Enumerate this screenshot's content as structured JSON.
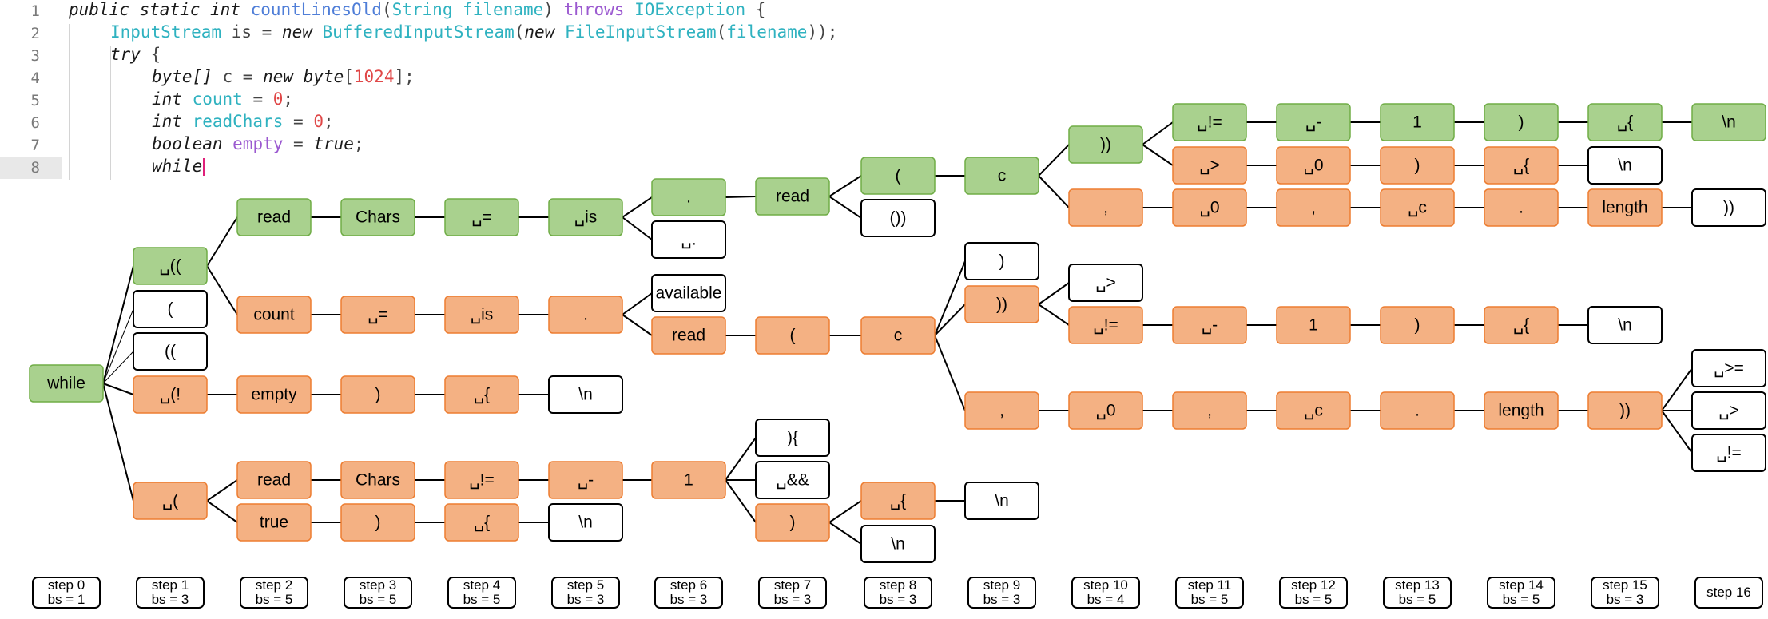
{
  "editor": {
    "lines": [
      {
        "num": "1",
        "tokens": [
          {
            "t": "public static int ",
            "c": "kw"
          },
          {
            "t": "countLinesOld",
            "c": "fn"
          },
          {
            "t": "(",
            "c": "op"
          },
          {
            "t": "String",
            "c": "ty"
          },
          {
            "t": " filename",
            "c": "vb"
          },
          {
            "t": ") ",
            "c": "op"
          },
          {
            "t": "throws",
            "c": "mkw"
          },
          {
            "t": " ",
            "c": "op"
          },
          {
            "t": "IOException",
            "c": "ty"
          },
          {
            "t": " {",
            "c": "op"
          }
        ]
      },
      {
        "num": "2",
        "tokens": [
          {
            "t": "InputStream",
            "c": "ty"
          },
          {
            "t": " is = ",
            "c": "op"
          },
          {
            "t": "new ",
            "c": "kw"
          },
          {
            "t": "BufferedInputStream",
            "c": "ty"
          },
          {
            "t": "(",
            "c": "op"
          },
          {
            "t": "new ",
            "c": "kw"
          },
          {
            "t": "FileInputStream",
            "c": "ty"
          },
          {
            "t": "(",
            "c": "op"
          },
          {
            "t": "filename",
            "c": "vb"
          },
          {
            "t": "));",
            "c": "op"
          }
        ]
      },
      {
        "num": "3",
        "tokens": [
          {
            "t": "try",
            "c": "kw"
          },
          {
            "t": " {",
            "c": "op"
          }
        ]
      },
      {
        "num": "4",
        "tokens": [
          {
            "t": "byte[]",
            "c": "kw"
          },
          {
            "t": " c = ",
            "c": "op"
          },
          {
            "t": "new ",
            "c": "kw"
          },
          {
            "t": "byte",
            "c": "kw"
          },
          {
            "t": "[",
            "c": "op"
          },
          {
            "t": "1024",
            "c": "num"
          },
          {
            "t": "];",
            "c": "op"
          }
        ]
      },
      {
        "num": "5",
        "tokens": [
          {
            "t": "int ",
            "c": "kw"
          },
          {
            "t": "count",
            "c": "vb"
          },
          {
            "t": " = ",
            "c": "op"
          },
          {
            "t": "0",
            "c": "num"
          },
          {
            "t": ";",
            "c": "op"
          }
        ]
      },
      {
        "num": "6",
        "tokens": [
          {
            "t": "int ",
            "c": "kw"
          },
          {
            "t": "readChars",
            "c": "vb"
          },
          {
            "t": " = ",
            "c": "op"
          },
          {
            "t": "0",
            "c": "num"
          },
          {
            "t": ";",
            "c": "op"
          }
        ]
      },
      {
        "num": "7",
        "tokens": [
          {
            "t": "boolean ",
            "c": "kw"
          },
          {
            "t": "empty",
            "c": "var"
          },
          {
            "t": " = ",
            "c": "op"
          },
          {
            "t": "true",
            "c": "kw"
          },
          {
            "t": ";",
            "c": "op"
          }
        ]
      },
      {
        "num": "8",
        "tokens": [
          {
            "t": "while",
            "c": "kw"
          }
        ]
      }
    ]
  },
  "tree": {
    "nodes": [
      {
        "id": "root",
        "label": "while",
        "s": "a"
      },
      {
        "id": "s1_0",
        "label": "␣((",
        "s": "a"
      },
      {
        "id": "s1_1",
        "label": "(",
        "s": "p"
      },
      {
        "id": "s1_2",
        "label": "((",
        "s": "p"
      },
      {
        "id": "s1_3",
        "label": "␣(!",
        "s": "c"
      },
      {
        "id": "s1_4",
        "label": "␣(",
        "s": "c"
      },
      {
        "id": "a2",
        "label": "read",
        "s": "a"
      },
      {
        "id": "a3",
        "label": "Chars",
        "s": "a"
      },
      {
        "id": "a4",
        "label": "␣=",
        "s": "a"
      },
      {
        "id": "a5",
        "label": "␣is",
        "s": "a"
      },
      {
        "id": "a6",
        "label": ".",
        "s": "a"
      },
      {
        "id": "a6p",
        "label": "␣.",
        "s": "p"
      },
      {
        "id": "a7",
        "label": "read",
        "s": "a"
      },
      {
        "id": "a8",
        "label": "(",
        "s": "a"
      },
      {
        "id": "a8p",
        "label": "())",
        "s": "p"
      },
      {
        "id": "a9",
        "label": "c",
        "s": "a"
      },
      {
        "id": "a10",
        "label": "))",
        "s": "a"
      },
      {
        "id": "a11",
        "label": "␣!=",
        "s": "a"
      },
      {
        "id": "a12",
        "label": "␣-",
        "s": "a"
      },
      {
        "id": "a13",
        "label": "1",
        "s": "a"
      },
      {
        "id": "a14",
        "label": ")",
        "s": "a"
      },
      {
        "id": "a15",
        "label": "␣{",
        "s": "a"
      },
      {
        "id": "a16",
        "label": "\\n",
        "s": "a"
      },
      {
        "id": "b11",
        "label": "␣>",
        "s": "c"
      },
      {
        "id": "b12",
        "label": "␣0",
        "s": "c"
      },
      {
        "id": "b13",
        "label": ")",
        "s": "c"
      },
      {
        "id": "b14",
        "label": "␣{",
        "s": "c"
      },
      {
        "id": "b15",
        "label": "\\n",
        "s": "p"
      },
      {
        "id": "c10",
        "label": ",",
        "s": "c"
      },
      {
        "id": "c11",
        "label": "␣0",
        "s": "c"
      },
      {
        "id": "c12",
        "label": ",",
        "s": "c"
      },
      {
        "id": "c13",
        "label": "␣c",
        "s": "c"
      },
      {
        "id": "c14",
        "label": ".",
        "s": "c"
      },
      {
        "id": "c15",
        "label": "length",
        "s": "c"
      },
      {
        "id": "c16",
        "label": "))",
        "s": "p"
      },
      {
        "id": "d2",
        "label": "count",
        "s": "c"
      },
      {
        "id": "d3",
        "label": "␣=",
        "s": "c"
      },
      {
        "id": "d4",
        "label": "␣is",
        "s": "c"
      },
      {
        "id": "d5",
        "label": ".",
        "s": "c"
      },
      {
        "id": "d6a",
        "label": "available",
        "s": "p"
      },
      {
        "id": "d6",
        "label": "read",
        "s": "c"
      },
      {
        "id": "d7",
        "label": "(",
        "s": "c"
      },
      {
        "id": "d8",
        "label": "c",
        "s": "c"
      },
      {
        "id": "d9a",
        "label": ")",
        "s": "p"
      },
      {
        "id": "d9",
        "label": "))",
        "s": "c"
      },
      {
        "id": "d10a",
        "label": "␣>",
        "s": "p"
      },
      {
        "id": "d10",
        "label": "␣!=",
        "s": "c"
      },
      {
        "id": "d11",
        "label": "␣-",
        "s": "c"
      },
      {
        "id": "d12",
        "label": "1",
        "s": "c"
      },
      {
        "id": "d13",
        "label": ")",
        "s": "c"
      },
      {
        "id": "d14",
        "label": "␣{",
        "s": "c"
      },
      {
        "id": "d15",
        "label": "\\n",
        "s": "p"
      },
      {
        "id": "e9",
        "label": ",",
        "s": "c"
      },
      {
        "id": "e10",
        "label": "␣0",
        "s": "c"
      },
      {
        "id": "e11",
        "label": ",",
        "s": "c"
      },
      {
        "id": "e12",
        "label": "␣c",
        "s": "c"
      },
      {
        "id": "e13",
        "label": ".",
        "s": "c"
      },
      {
        "id": "e14",
        "label": "length",
        "s": "c"
      },
      {
        "id": "e15",
        "label": "))",
        "s": "c"
      },
      {
        "id": "e16a",
        "label": "␣>=",
        "s": "p"
      },
      {
        "id": "e16b",
        "label": "␣>",
        "s": "p"
      },
      {
        "id": "e16c",
        "label": "␣!=",
        "s": "p"
      },
      {
        "id": "f2",
        "label": "empty",
        "s": "c"
      },
      {
        "id": "f3",
        "label": ")",
        "s": "c"
      },
      {
        "id": "f4",
        "label": "␣{",
        "s": "c"
      },
      {
        "id": "f5",
        "label": "\\n",
        "s": "p"
      },
      {
        "id": "g2",
        "label": "read",
        "s": "c"
      },
      {
        "id": "g3",
        "label": "Chars",
        "s": "c"
      },
      {
        "id": "g4",
        "label": "␣!=",
        "s": "c"
      },
      {
        "id": "g5",
        "label": "␣-",
        "s": "c"
      },
      {
        "id": "g6",
        "label": "1",
        "s": "c"
      },
      {
        "id": "g7a",
        "label": "){",
        "s": "p"
      },
      {
        "id": "g7b",
        "label": "␣&&",
        "s": "p"
      },
      {
        "id": "g7",
        "label": ")",
        "s": "c"
      },
      {
        "id": "g8",
        "label": "␣{",
        "s": "c"
      },
      {
        "id": "g8b",
        "label": "\\n",
        "s": "p"
      },
      {
        "id": "g9",
        "label": "\\n",
        "s": "p"
      },
      {
        "id": "h2",
        "label": "true",
        "s": "c"
      },
      {
        "id": "h3",
        "label": ")",
        "s": "c"
      },
      {
        "id": "h4",
        "label": "␣{",
        "s": "c"
      },
      {
        "id": "h5",
        "label": "\\n",
        "s": "p"
      }
    ],
    "edges": [
      [
        "root",
        "s1_0"
      ],
      [
        "root",
        "s1_1"
      ],
      [
        "root",
        "s1_2"
      ],
      [
        "root",
        "s1_3"
      ],
      [
        "root",
        "s1_4"
      ],
      [
        "s1_0",
        "a2"
      ],
      [
        "a2",
        "a3"
      ],
      [
        "a3",
        "a4"
      ],
      [
        "a4",
        "a5"
      ],
      [
        "a5",
        "a6"
      ],
      [
        "a5",
        "a6p"
      ],
      [
        "a6",
        "a7"
      ],
      [
        "a7",
        "a8"
      ],
      [
        "a7",
        "a8p"
      ],
      [
        "a8",
        "a9"
      ],
      [
        "a9",
        "a10"
      ],
      [
        "a9",
        "c10"
      ],
      [
        "a10",
        "a11"
      ],
      [
        "a10",
        "b11"
      ],
      [
        "a11",
        "a12"
      ],
      [
        "a12",
        "a13"
      ],
      [
        "a13",
        "a14"
      ],
      [
        "a14",
        "a15"
      ],
      [
        "a15",
        "a16"
      ],
      [
        "b11",
        "b12"
      ],
      [
        "b12",
        "b13"
      ],
      [
        "b13",
        "b14"
      ],
      [
        "b14",
        "b15"
      ],
      [
        "c10",
        "c11"
      ],
      [
        "c11",
        "c12"
      ],
      [
        "c12",
        "c13"
      ],
      [
        "c13",
        "c14"
      ],
      [
        "c14",
        "c15"
      ],
      [
        "c15",
        "c16"
      ],
      [
        "s1_0",
        "d2"
      ],
      [
        "d2",
        "d3"
      ],
      [
        "d3",
        "d4"
      ],
      [
        "d4",
        "d5"
      ],
      [
        "d5",
        "d6a"
      ],
      [
        "d5",
        "d6"
      ],
      [
        "d6",
        "d7"
      ],
      [
        "d7",
        "d8"
      ],
      [
        "d8",
        "d9a"
      ],
      [
        "d8",
        "d9"
      ],
      [
        "d8",
        "e9"
      ],
      [
        "d9",
        "d10a"
      ],
      [
        "d9",
        "d10"
      ],
      [
        "d10",
        "d11"
      ],
      [
        "d11",
        "d12"
      ],
      [
        "d12",
        "d13"
      ],
      [
        "d13",
        "d14"
      ],
      [
        "d14",
        "d15"
      ],
      [
        "e9",
        "e10"
      ],
      [
        "e10",
        "e11"
      ],
      [
        "e11",
        "e12"
      ],
      [
        "e12",
        "e13"
      ],
      [
        "e13",
        "e14"
      ],
      [
        "e14",
        "e15"
      ],
      [
        "e15",
        "e16a"
      ],
      [
        "e15",
        "e16b"
      ],
      [
        "e15",
        "e16c"
      ],
      [
        "s1_3",
        "f2"
      ],
      [
        "f2",
        "f3"
      ],
      [
        "f3",
        "f4"
      ],
      [
        "f4",
        "f5"
      ],
      [
        "s1_4",
        "g2"
      ],
      [
        "g2",
        "g3"
      ],
      [
        "g3",
        "g4"
      ],
      [
        "g4",
        "g5"
      ],
      [
        "g5",
        "g6"
      ],
      [
        "g6",
        "g7a"
      ],
      [
        "g6",
        "g7b"
      ],
      [
        "g6",
        "g7"
      ],
      [
        "g7",
        "g8"
      ],
      [
        "g7",
        "g9"
      ],
      [
        "g8",
        "g8b"
      ],
      [
        "s1_4",
        "h2"
      ],
      [
        "h2",
        "h3"
      ],
      [
        "h3",
        "h4"
      ],
      [
        "h4",
        "h5"
      ]
    ]
  },
  "steps": [
    {
      "step": "step 0",
      "bs": "bs = 1"
    },
    {
      "step": "step 1",
      "bs": "bs = 3"
    },
    {
      "step": "step 2",
      "bs": "bs = 5"
    },
    {
      "step": "step 3",
      "bs": "bs = 5"
    },
    {
      "step": "step 4",
      "bs": "bs = 5"
    },
    {
      "step": "step 5",
      "bs": "bs = 3"
    },
    {
      "step": "step 6",
      "bs": "bs = 3"
    },
    {
      "step": "step 7",
      "bs": "bs = 3"
    },
    {
      "step": "step 8",
      "bs": "bs = 3"
    },
    {
      "step": "step 9",
      "bs": "bs = 3"
    },
    {
      "step": "step 10",
      "bs": "bs = 4"
    },
    {
      "step": "step 11",
      "bs": "bs = 5"
    },
    {
      "step": "step 12",
      "bs": "bs = 5"
    },
    {
      "step": "step 13",
      "bs": "bs = 5"
    },
    {
      "step": "step 14",
      "bs": "bs = 5"
    },
    {
      "step": "step 15",
      "bs": "bs = 3"
    },
    {
      "step": "step 16",
      "bs": ""
    }
  ]
}
